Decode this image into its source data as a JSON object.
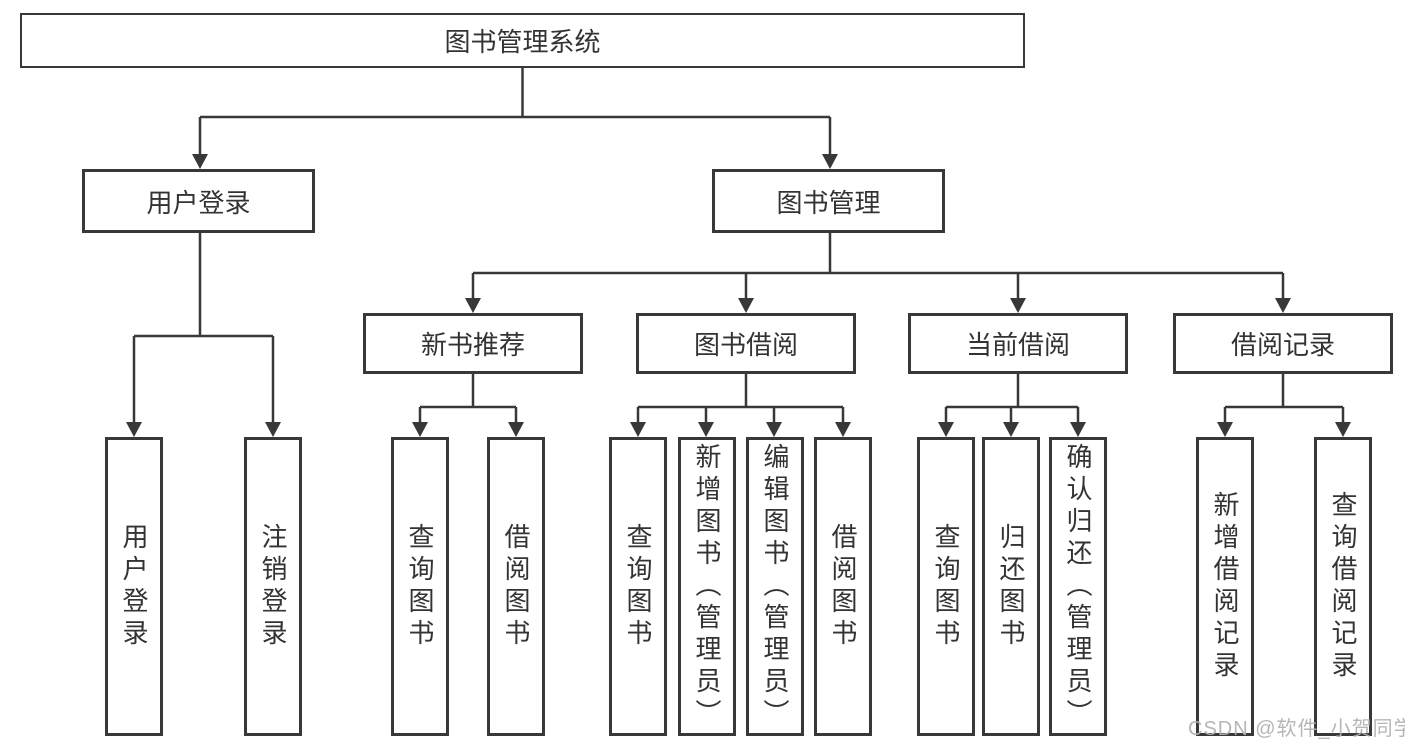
{
  "diagram": {
    "nodes": {
      "root": "图书管理系统",
      "user_login": "用户登录",
      "book_mgmt": "图书管理",
      "new_rec": "新书推荐",
      "borrow": "图书借阅",
      "current": "当前借阅",
      "record": "借阅记录",
      "leaf_login": "用户登录",
      "leaf_logout": "注销登录",
      "rec_query": "查询图书",
      "rec_borrow": "借阅图书",
      "bor_query": "查询图书",
      "bor_add": "新增图书（管理员）",
      "bor_edit": "编辑图书（管理员）",
      "bor_borrow": "借阅图书",
      "cur_query": "查询图书",
      "cur_return": "归还图书",
      "cur_confirm": "确认归还（管理员）",
      "rec_add": "新增借阅记录",
      "rec_qry": "查询借阅记录"
    },
    "colors": {
      "line": "#383838",
      "text": "#333333",
      "watermark": "#b2b2b2",
      "background": "#ffffff"
    },
    "watermark": "CSDN @软件_小贺同学"
  }
}
